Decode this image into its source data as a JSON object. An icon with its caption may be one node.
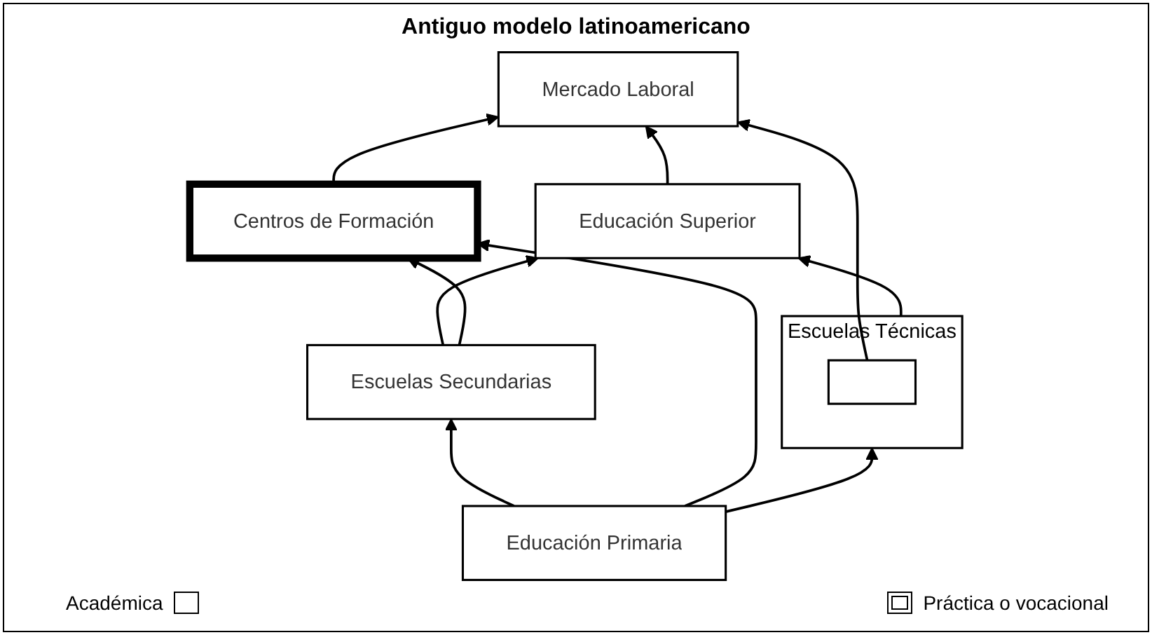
{
  "diagram": {
    "title": "Antiguo modelo latinoamericano",
    "nodes": [
      {
        "text": [
          "Mercado Laboral"
        ]
      },
      {
        "text": [
          "Educación Superior"
        ]
      },
      {
        "text": [
          "Escuelas Secundarias"
        ]
      },
      {
        "text": [
          "Escuelas Técnicas"
        ]
      },
      {
        "text": [],
        "shape": "box",
        "in": 3
      },
      {
        "text": [
          "Centros de Formación"
        ]
      },
      {
        "text": [
          "Educación Primaria"
        ]
      }
    ],
    "edges": [
      {
        "from": 6,
        "to": 2,
        "arrow": "to"
      },
      {
        "from": 6,
        "to": 3,
        "arrow": "to"
      },
      {
        "from": 6,
        "to": 5,
        "arrow": "to"
      },
      {
        "from": 2,
        "to": 1,
        "arrow": "to"
      },
      {
        "from": 2,
        "to": 5,
        "arrow": "to"
      },
      {
        "from": 3,
        "to": 1,
        "arrow": "to"
      },
      {
        "from": 1,
        "to": 0,
        "arrow": "to"
      },
      {
        "from": 4,
        "to": 0,
        "arrow": "to"
      },
      {
        "from": 5,
        "to": 0,
        "arrow": "to"
      }
    ],
    "legend": [
      {
        "text": "Académica"
      },
      {
        "text": "Práctica o vocacional"
      }
    ]
  }
}
